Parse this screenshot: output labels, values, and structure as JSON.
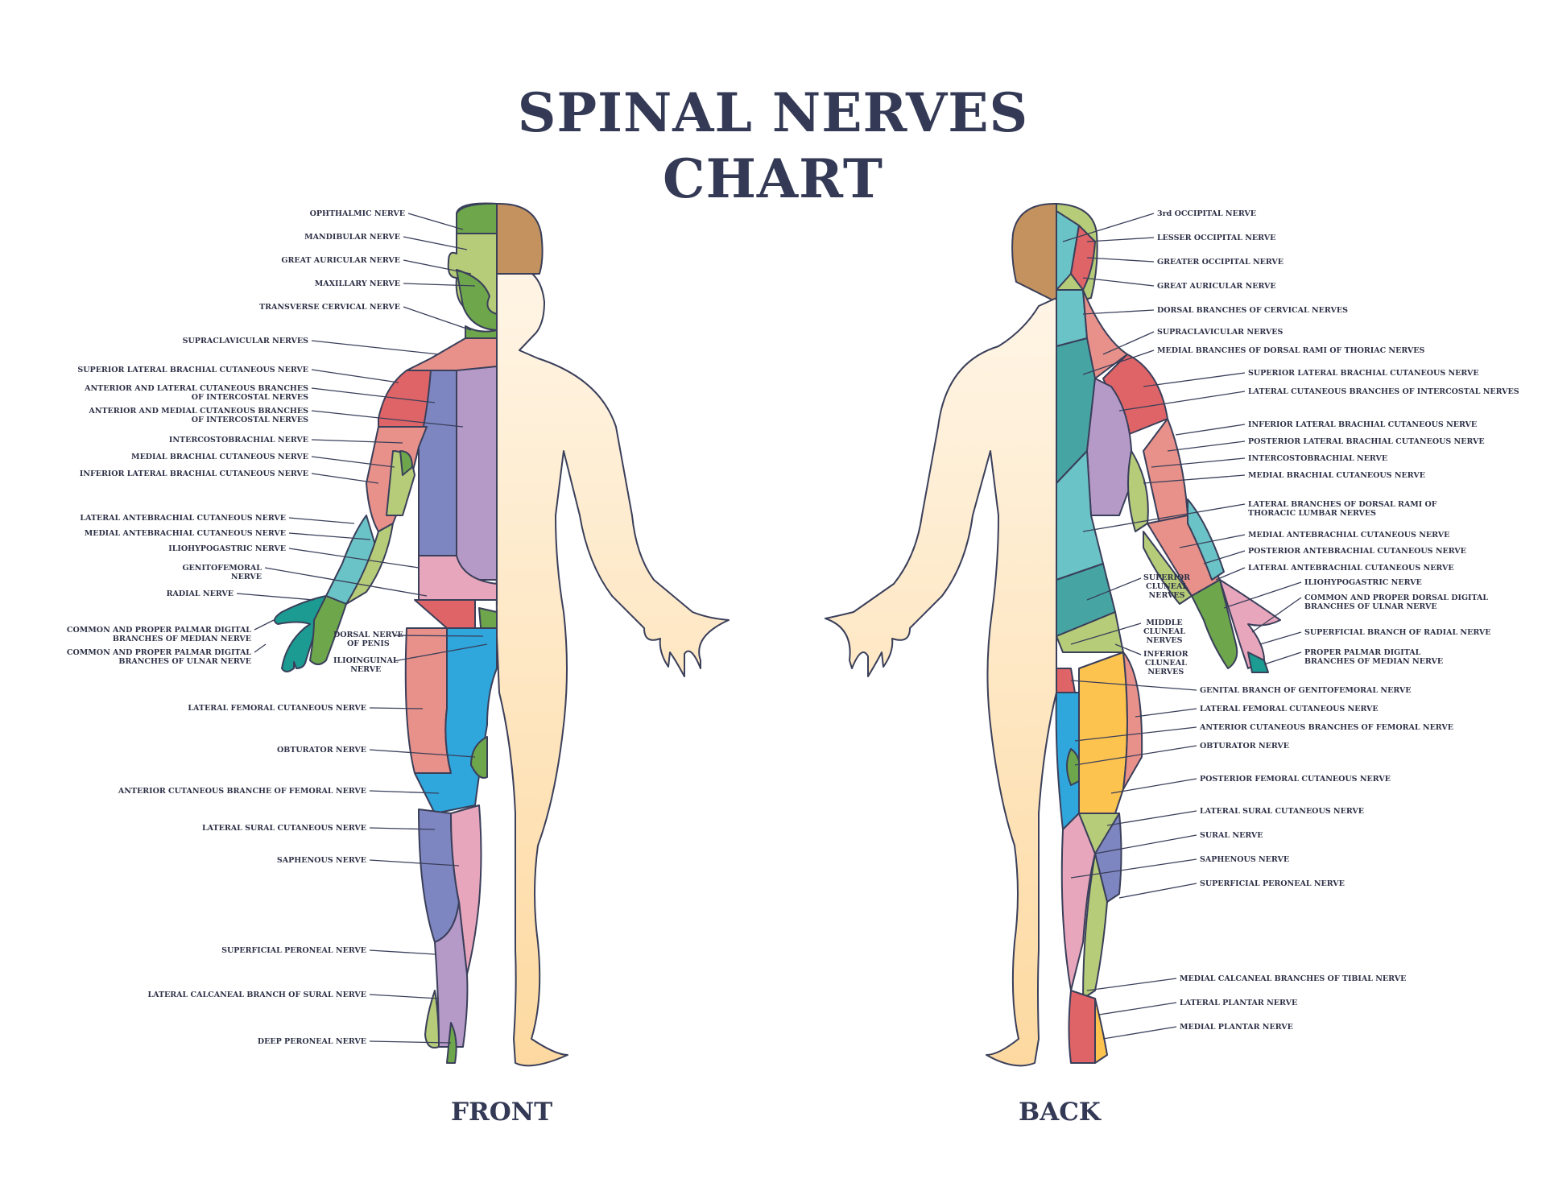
{
  "title": {
    "line1": "SPINAL NERVES",
    "line2": "CHART"
  },
  "views": {
    "front": "FRONT",
    "back": "BACK"
  },
  "front_labels": [
    "OPHTHALMIC NERVE",
    "MANDIBULAR NERVE",
    "GREAT AURICULAR NERVE",
    "MAXILLARY NERVE",
    "TRANSVERSE CERVICAL NERVE",
    "SUPRACLAVICULAR NERVES",
    "SUPERIOR LATERAL BRACHIAL CUTANEOUS NERVE",
    "ANTERIOR AND LATERAL CUTANEOUS BRANCHES\nOF INTERCOSTAL NERVES",
    "ANTERIOR AND MEDIAL CUTANEOUS BRANCHES\nOF INTERCOSTAL NERVES",
    "INTERCOSTOBRACHIAL NERVE",
    "MEDIAL BRACHIAL CUTANEOUS NERVE",
    "INFERIOR LATERAL BRACHIAL CUTANEOUS NERVE",
    "LATERAL ANTEBRACHIAL CUTANEOUS NERVE",
    "MEDIAL ANTEBRACHIAL CUTANEOUS NERVE",
    "ILIOHYPOGASTRIC NERVE",
    "GENITOFEMORAL\nNERVE",
    "RADIAL NERVE",
    "COMMON AND PROPER PALMAR DIGITAL\nBRANCHES OF MEDIAN NERVE",
    "COMMON AND PROPER PALMAR DIGITAL\nBRANCHES OF ULNAR NERVE",
    "LATERAL FEMORAL CUTANEOUS NERVE",
    "OBTURATOR NERVE",
    "ANTERIOR CUTANEOUS BRANCHE OF FEMORAL NERVE",
    "LATERAL SURAL CUTANEOUS NERVE",
    "SAPHENOUS NERVE",
    "SUPERFICIAL PERONEAL NERVE",
    "LATERAL CALCANEAL BRANCH OF SURAL NERVE",
    "DEEP PERONEAL NERVE"
  ],
  "front_inner_labels": [
    "DORSAL NERVE\nOF PENIS",
    "ILIOINGUINAL\nNERVE"
  ],
  "back_labels": [
    "3rd OCCIPITAL NERVE",
    "LESSER OCCIPITAL NERVE",
    "GREATER OCCIPITAL NERVE",
    "GREAT AURICULAR NERVE",
    "DORSAL BRANCHES OF CERVICAL NERVES",
    "SUPRACLAVICULAR NERVES",
    "MEDIAL BRANCHES OF DORSAL RAMI OF THORIAC NERVES",
    "SUPERIOR LATERAL BRACHIAL CUTANEOUS NERVE",
    "LATERAL CUTANEOUS BRANCHES OF INTERCOSTAL NERVES",
    "INFERIOR LATERAL BRACHIAL CUTANEOUS NERVE",
    "POSTERIOR LATERAL BRACHIAL CUTANEOUS NERVE",
    "INTERCOSTOBRACHIAL NERVE",
    "MEDIAL BRACHIAL CUTANEOUS NERVE",
    "LATERAL BRANCHES OF DORSAL RAMI OF\nTHORACIC LUMBAR NERVES",
    "MEDIAL ANTEBRACHIAL CUTANEOUS NERVE",
    "POSTERIOR ANTEBRACHIAL CUTANEOUS NERVE",
    "LATERAL ANTEBRACHIAL CUTANEOUS NERVE",
    "ILIOHYPOGASTRIC NERVE",
    "COMMON AND PROPER DORSAL DIGITAL\nBRANCHES OF ULNAR NERVE",
    "SUPERFICIAL BRANCH OF RADIAL NERVE",
    "PROPER PALMAR DIGITAL\nBRANCHES OF MEDIAN NERVE",
    "GENITAL BRANCH OF GENITOFEMORAL NERVE",
    "LATERAL FEMORAL CUTANEOUS NERVE",
    "ANTERIOR CUTANEOUS BRANCHES OF FEMORAL NERVE",
    "OBTURATOR NERVE",
    "POSTERIOR FEMORAL CUTANEOUS NERVE",
    "LATERAL SURAL CUTANEOUS NERVE",
    "SURAL NERVE",
    "SAPHENOUS NERVE",
    "SUPERFICIAL PERONEAL NERVE",
    "MEDIAL CALCANEAL BRANCHES OF TIBIAL NERVE",
    "LATERAL PLANTAR NERVE",
    "MEDIAL PLANTAR NERVE"
  ],
  "back_inner_labels": [
    "SUPERIOR\nCLUNEAL\nNERVES",
    "MIDDLE\nCLUNEAL\nNERVES",
    "INFERIOR\nCLUNEAL\nNERVES"
  ],
  "colors": {
    "outline": "#3a3f5a",
    "skin": "#fde7c6",
    "hair": "#c4925f",
    "red": "#de6467",
    "salmon": "#e8918a",
    "purple": "#b59ac8",
    "indigo": "#7d86c0",
    "lime": "#b6cc78",
    "green": "#6ea64c",
    "teal": "#6ac3c6",
    "dark_teal": "#46a5a3",
    "blue": "#2fa6dc",
    "pink": "#e7a6bb",
    "yellow": "#fcc34f",
    "cyan_hand": "#1b9b91"
  }
}
